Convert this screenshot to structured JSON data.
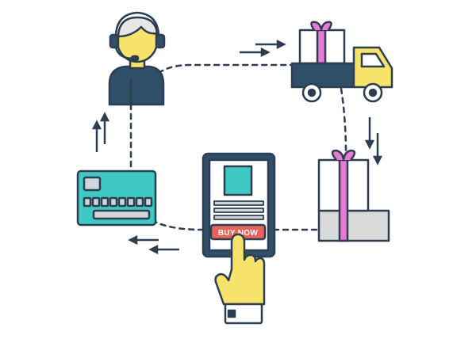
{
  "buy_button": {
    "label": "BUY NOW"
  },
  "colors": {
    "outline": "#2c3e50",
    "navy": "#2f4f68",
    "yellow": "#f7e36b",
    "teal": "#3fc8c4",
    "pink": "#e67ad6",
    "box_white": "#ffffff",
    "box_gray": "#d9d9d9",
    "button_red": "#e8645a",
    "button_text": "#ffffff",
    "tablet_body": "#cfd5db",
    "skin_hair": "#e6e6e6"
  },
  "icons": {
    "agent": "support-agent-headset",
    "truck": "delivery-truck",
    "parcel": "gift-parcel",
    "tablet": "shopping-tablet",
    "hand": "pointing-hand",
    "card": "credit-card"
  }
}
